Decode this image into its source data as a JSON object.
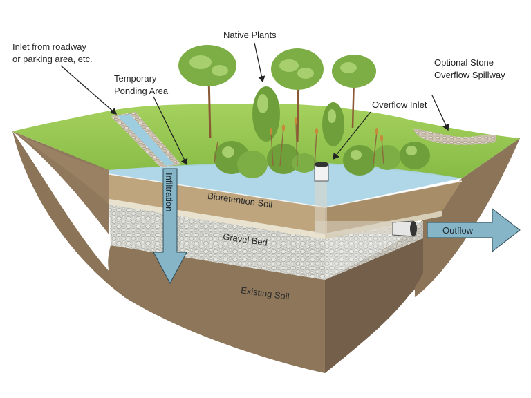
{
  "callouts": {
    "inlet_line1": "Inlet from roadway",
    "inlet_line2": "or parking area, etc.",
    "native_plants": "Native Plants",
    "ponding_line1": "Temporary",
    "ponding_line2": "Ponding Area",
    "spillway_line1": "Optional Stone",
    "spillway_line2": "Overflow Spillway",
    "overflow_inlet": "Overflow Inlet"
  },
  "layers": {
    "bioretention": "Bioretention Soil",
    "gravel": "Gravel Bed",
    "existing": "Existing Soil"
  },
  "flows": {
    "infiltration": "Infiltration",
    "outflow": "Outflow"
  },
  "colors": {
    "grass": "#8cc34a",
    "soil": "#8b7458",
    "bio_soil": "#bfa67e",
    "gravel": "#cfcfca",
    "water": "#a9d4e6",
    "arrow": "#86b5c7",
    "tree_canopy": "#7cae45",
    "trunk": "#8b5a35"
  }
}
